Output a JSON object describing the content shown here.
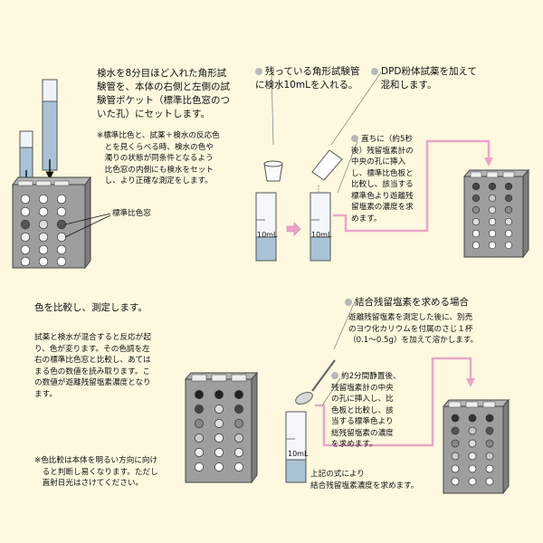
{
  "step1": {
    "instruction": "検水を8分目ほど入れた角形試\n験管を、本体の右側と左側の試\n験管ポケット（標準比色窓のつ\nいた孔）にセットします。",
    "note": "※標準比色と、試薬＋検水の反応色\n　とを見くらべる時、検水の色や\n　濁りの状態が同条件となるよう\n　比色窓の内側にも検水をセット\n　し、より正確な測定をします。",
    "window_label": "標準比色窓"
  },
  "step2": {
    "remaining_tube": "残っている角形試験管\nに検水10mLを入れる。",
    "add_powder": "DPD粉体試薬を加えて\n　混和します。",
    "immediately": "直ちに（約5秒\n後）残留塩素計の\n中央の孔に挿入\nし、標準比色板と\n比較し、該当する\n標準色より遊離残\n留塩素の濃度を求\nめます。",
    "tube_label_1": "10mL",
    "tube_label_2": "10mL"
  },
  "step3": {
    "title": "色を比較し、測定します。",
    "body": "試薬と検水が混合すると反応が起\nり、色が変ります。その色調を左\n右の標準比色窓と比較し、あては\nまる色の数値を読み取ります。こ\nの数値が遊離残留塩素濃度となり\nます。",
    "note": "※色比較は本体を明るい方向に向け\n　ると判断し易くなります。ただし\n　直射日光はさけてください。"
  },
  "step4": {
    "title": "結合残留塩素を求める場合",
    "body": "遊離残留塩素を測定した後に、別売\nのヨウ化カリウムを付属のさじ１杯\n（0.1～0.5g）を加えて溶かします。",
    "wait": "約2分間静置後、\n残留塩素計の中央\nの孔に挿入し、比\n色板と比較し、該\n当する標準色より\n総残留塩素の濃度\nを求めます。",
    "formula": "上記の式により\n結合残留塩素濃度を求めます。",
    "tube_label": "10mL"
  },
  "colors": {
    "background": "#fdf8df",
    "arrow_pink": "#e9a6c8",
    "water_blue": "#a9c3d6",
    "bullet_gray": "#b8b8b8"
  }
}
